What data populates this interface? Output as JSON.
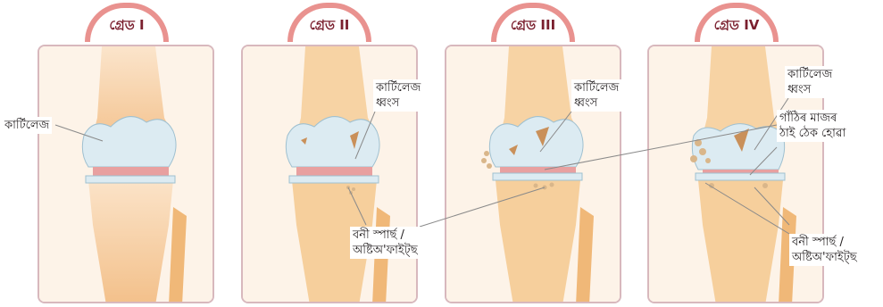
{
  "grades": [
    "গ্ৰেড I",
    "গ্ৰেড II",
    "গ্ৰেড III",
    "গ্ৰেড IV"
  ],
  "labels": {
    "cartilage": "কাৰ্টিলেজ",
    "cartilage_loss": "কাৰ্টিলেজ\nধ্বংস",
    "joint_space": "গাঁঠিৰ মাজৰ\nঠাই ঠেক হোৱা",
    "bone_spurs": "বনী স্পাৰ্ছ /\nঅষ্টিঅ'ফাইট্‌ছ"
  },
  "colors": {
    "badge": "#e9928f",
    "badge_text": "#7a1f2e",
    "panel_border": "#d8b8bd",
    "bone": "#f6cf9c",
    "cartilage": "#dcebf2",
    "leader_line": "#8a8a8a"
  }
}
